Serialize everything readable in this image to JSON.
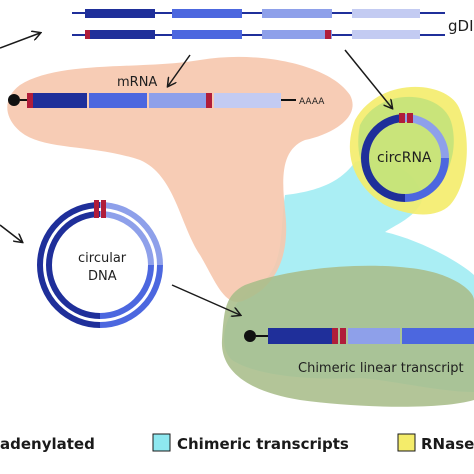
{
  "diagram": {
    "labels": {
      "gdna": "gDI",
      "mrna": "mRNA",
      "polya": "AAAA",
      "circrna": "circRNA",
      "circular_dna_line1": "circular",
      "circular_dna_line2": "DNA",
      "chimeric_linear": "Chimeric linear transcript"
    },
    "legend": [
      {
        "text": "adenylated",
        "color": ""
      },
      {
        "text": "Chimeric transcripts",
        "color": "#8ee8f0"
      },
      {
        "text": "RNase",
        "color": "#f4ec6a"
      }
    ],
    "colors": {
      "dark_blue": "#1f2f9a",
      "mid_blue": "#4c67df",
      "light_blue": "#8ea0ea",
      "pale_blue": "#c3cbf2",
      "red": "#b01d3a",
      "salmon": "#f6c7ad",
      "cyan": "#8ee8f0",
      "yellow": "#f4ec6a",
      "green_shade": "#a9bd8a"
    }
  }
}
